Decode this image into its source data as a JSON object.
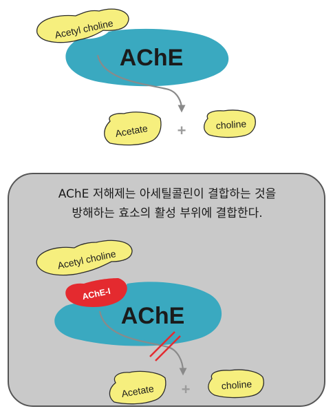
{
  "colors": {
    "enzyme": "#3aa9c0",
    "molecule_fill": "#f6ef7e",
    "molecule_stroke": "#2b2b2b",
    "inhibitor": "#e42a2f",
    "arrow": "#8a8a8a",
    "panel_fill": "#c9c9c9",
    "panel_stroke": "#555555",
    "block_mark": "#e42a2f"
  },
  "top_panel": {
    "substrate": "Acetyl choline",
    "enzyme": "AChE",
    "product_1": "Acetate",
    "plus": "+",
    "product_2": "choline"
  },
  "bottom_panel": {
    "caption_line_1": "AChE 저해제는 아세틸콜린이 결합하는 것을",
    "caption_line_2": "방해하는 효소의 활성 부위에 결합한다.",
    "substrate": "Acetyl choline",
    "inhibitor": "AChE-I",
    "enzyme": "AChE",
    "product_1": "Acetate",
    "plus": "+",
    "product_2": "choline"
  }
}
